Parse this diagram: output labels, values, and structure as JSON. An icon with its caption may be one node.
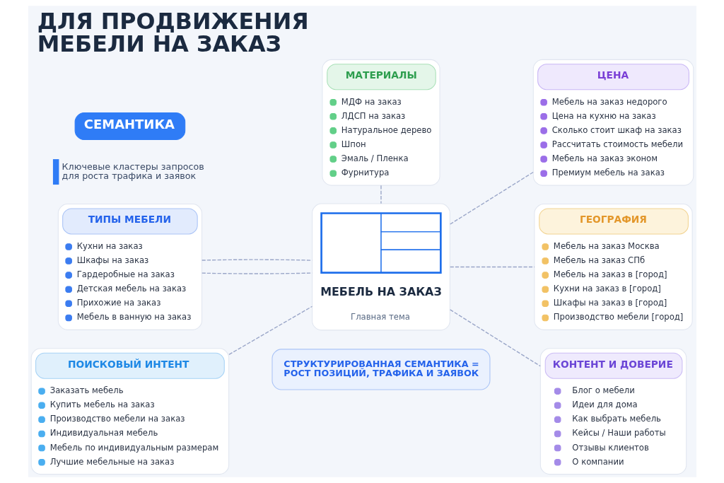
{
  "diagram": {
    "title": "ДЛЯ ПРОДВИЖЕНИЯ МЕБЕЛИ НА ЗАКАЗ",
    "nodes": [
      {
        "text": [
          "СЕМАНТИКА"
        ]
      },
      {
        "text": [
          "МАТЕРИАЛЫ",
          "МДФ на заказ",
          "ЛДСП на заказ",
          "Натуральное дерево",
          "Шпон",
          "Эмаль / Пленка",
          "Фурнитура"
        ]
      },
      {
        "text": [
          "ЦЕНА",
          "Мебель на заказ недорого",
          "Цена на кухню на заказ",
          "Сколько стоит шкаф на заказ",
          "Рассчитать стоимость мебели",
          "Мебель на заказ эконом",
          "Премиум мебель на заказ"
        ]
      },
      {
        "text": [
          "ТИПЫ МЕБЕЛИ",
          "Кухни на заказ",
          "Шкафы на заказ",
          "Гардеробные на заказ",
          "Детская мебель на заказ",
          "Прихожие на заказ",
          "Мебель в ванную на заказ"
        ]
      },
      {
        "text": [
          "МЕБЕЛЬ НА ЗАКАЗ",
          "Главная тема"
        ]
      },
      {
        "text": [
          "ГЕОГРАФИЯ",
          "Мебель на заказ Москва",
          "Мебель на заказ СПб",
          "Мебель на заказ в [город]",
          "Кухни на заказ в [город]",
          "Шкафы на заказ в [город]",
          "Производство мебели [город]"
        ]
      },
      {
        "text": [
          "ПОИСКОВЫЙ ИНТЕНТ",
          "Заказать мебель",
          "Купить мебель на заказ",
          "Производство мебели на заказ",
          "Индивидуальная мебель",
          "Мебель по индивидуальным размерам",
          "Лучшие мебельные на заказ"
        ]
      },
      {
        "text": [
          "КОНТЕНТ И ДОВЕРИЕ",
          "Блог о мебели",
          "Идеи для дома",
          "Как выбрать мебель",
          "Кейсы / Наши работы",
          "Отзывы клиентов",
          "О компании"
        ]
      },
      {
        "text": [
          "СТРУКТУРИРОВАННАЯ СЕМАНТИКА = РОСТ ПОЗИЦИЙ, ТРАФИКА И ЗАЯВОК"
        ]
      }
    ],
    "edges": [
      {
        "from": 1,
        "to": 4,
        "arrow": "none",
        "style": "dashed"
      },
      {
        "from": 4,
        "to": 2,
        "arrow": "none",
        "style": "dashed"
      },
      {
        "from": 3,
        "to": 4,
        "arrow": "none",
        "style": "dashed"
      },
      {
        "from": 3,
        "to": 4,
        "arrow": "none",
        "style": "dashed"
      },
      {
        "from": 4,
        "to": 5,
        "arrow": "none",
        "style": "dashed"
      },
      {
        "from": 6,
        "to": 4,
        "arrow": "none",
        "style": "dashed"
      },
      {
        "from": 4,
        "to": 7,
        "arrow": "none",
        "style": "dashed"
      }
    ],
    "labels": [
      "Ключевые кластеры запросов для роста трафика и заявок"
    ]
  }
}
